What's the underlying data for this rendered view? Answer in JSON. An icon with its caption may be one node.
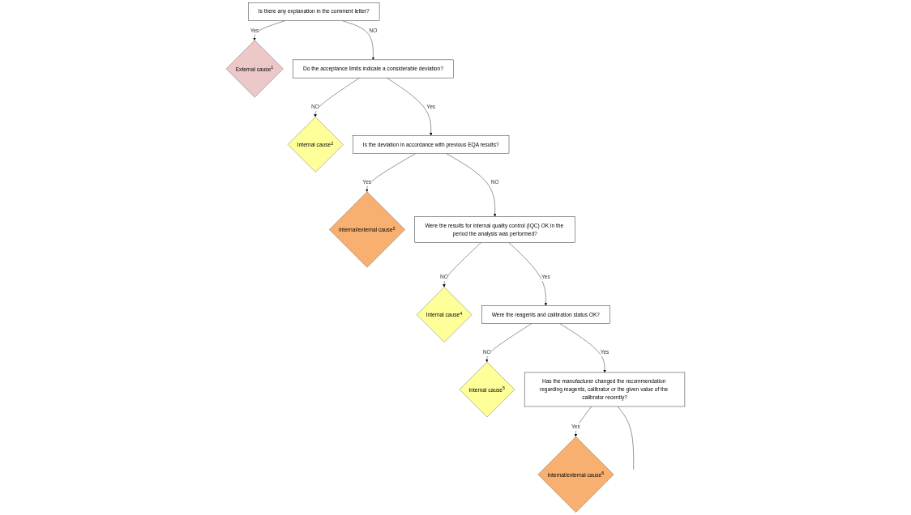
{
  "diagram": {
    "nodes": [
      {
        "text": [
          "Is there any explanation in the comment letter?"
        ]
      },
      {
        "text": [
          "External cause$^{1}$"
        ]
      },
      {
        "text": [
          "Do the acceptance limits indicate a considerable deviation?"
        ]
      },
      {
        "text": [
          "Internal cause$^{2}$"
        ]
      },
      {
        "text": [
          "Is the deviation in accordance with previous EQA results?"
        ]
      },
      {
        "text": [
          "Internal/external cause$^{3}$"
        ]
      },
      {
        "text": [
          "Were the results for internal quality control (IQC) OK in the period the analysis was performed?"
        ]
      },
      {
        "text": [
          "Internal cause$^{4}$"
        ]
      },
      {
        "text": [
          "Were the reagents and calibration status OK?"
        ]
      },
      {
        "text": [
          "Internal cause$^{5}$"
        ]
      },
      {
        "text": [
          "Has the manufacturer changed the recommendation regarding reagents, calibrator or the given value of the calibrator recently?"
        ]
      },
      {
        "text": [
          "Internal/external cause$^{6}$"
        ]
      }
    ],
    "edges": [
      {
        "from": 0,
        "to": 1,
        "arrow": "to",
        "label": "Yes"
      },
      {
        "from": 0,
        "to": 2,
        "arrow": "to",
        "label": "NO"
      },
      {
        "from": 2,
        "to": 3,
        "arrow": "to",
        "label": "NO"
      },
      {
        "from": 2,
        "to": 4,
        "arrow": "to",
        "label": "Yes"
      },
      {
        "from": 4,
        "to": 5,
        "arrow": "to",
        "label": "Yes"
      },
      {
        "from": 4,
        "to": 6,
        "arrow": "to",
        "label": "NO"
      },
      {
        "from": 6,
        "to": 7,
        "arrow": "to",
        "label": "NO"
      },
      {
        "from": 6,
        "to": 8,
        "arrow": "to",
        "label": "Yes"
      },
      {
        "from": 8,
        "to": 9,
        "arrow": "to",
        "label": "NO"
      },
      {
        "from": 8,
        "to": 10,
        "arrow": "to",
        "label": "Yes"
      },
      {
        "from": 10,
        "to": 11,
        "arrow": "to",
        "label": "Yes"
      },
      {
        "from": 10,
        "to": null,
        "arrow": "none"
      }
    ]
  }
}
